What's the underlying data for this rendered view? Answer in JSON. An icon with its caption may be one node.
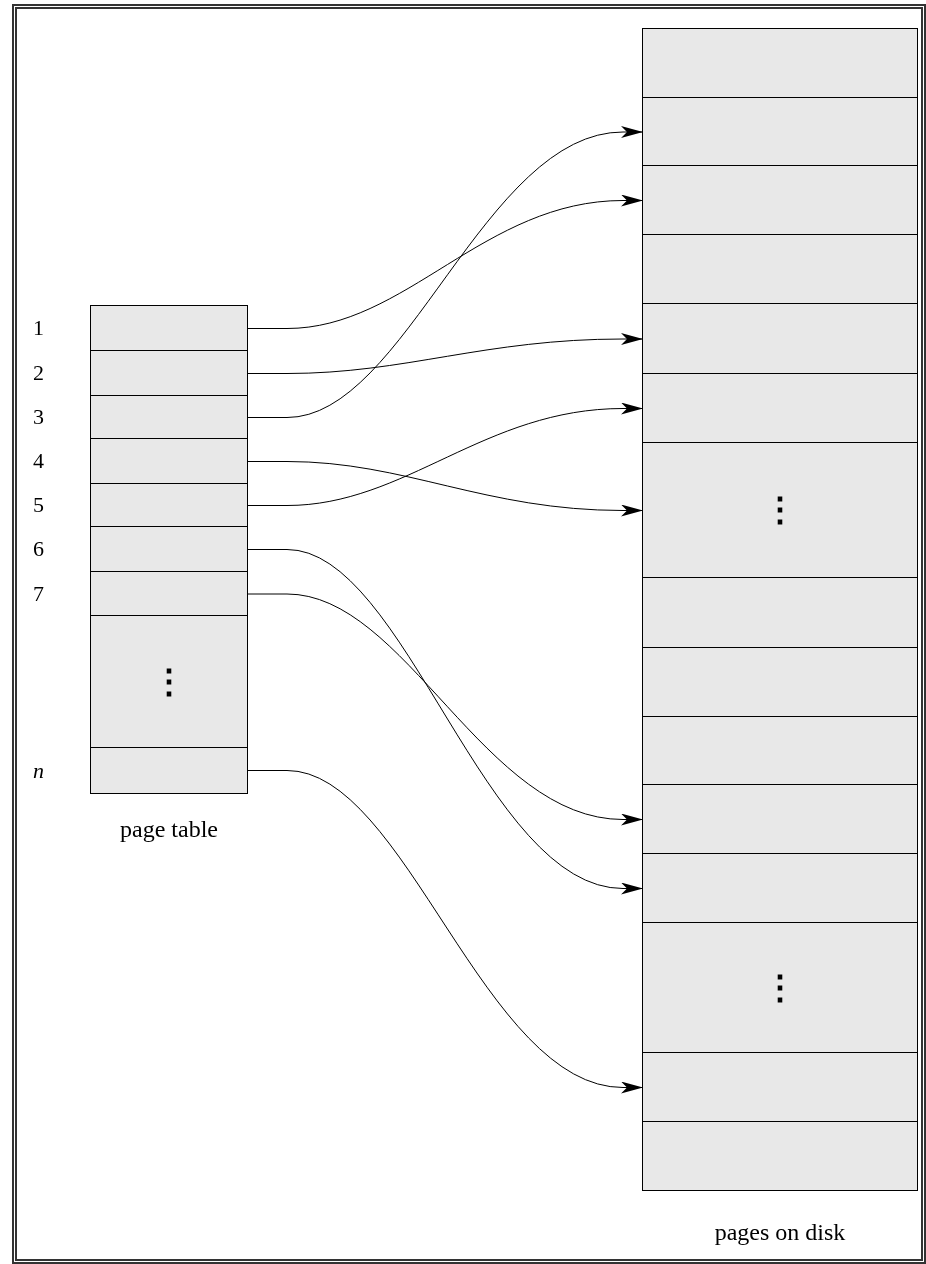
{
  "diagram": {
    "nodes": [
      {
        "text": [
          "page table"
        ]
      },
      {
        "text": [],
        "shape": "box",
        "in": 0,
        "beside": [
          "1"
        ]
      },
      {
        "text": [],
        "shape": "box",
        "in": 0,
        "beside": [
          "2"
        ]
      },
      {
        "text": [],
        "shape": "box",
        "in": 0,
        "beside": [
          "3"
        ]
      },
      {
        "text": [],
        "shape": "box",
        "in": 0,
        "beside": [
          "4"
        ]
      },
      {
        "text": [],
        "shape": "box",
        "in": 0,
        "beside": [
          "5"
        ]
      },
      {
        "text": [],
        "shape": "box",
        "in": 0,
        "beside": [
          "6"
        ]
      },
      {
        "text": [],
        "shape": "box",
        "in": 0,
        "beside": [
          "7"
        ]
      },
      {
        "text": [
          "⋮"
        ],
        "in": 0
      },
      {
        "text": [],
        "shape": "box",
        "in": 0,
        "beside": [
          "n"
        ]
      },
      {
        "text": [
          "pages on disk"
        ]
      },
      {
        "text": [],
        "shape": "box",
        "in": 10
      },
      {
        "text": [],
        "shape": "box",
        "in": 10
      },
      {
        "text": [],
        "shape": "box",
        "in": 10
      },
      {
        "text": [],
        "shape": "box",
        "in": 10
      },
      {
        "text": [],
        "shape": "box",
        "in": 10
      },
      {
        "text": [],
        "shape": "box",
        "in": 10
      },
      {
        "text": [
          "⋮"
        ],
        "in": 10
      },
      {
        "text": [],
        "shape": "box",
        "in": 10
      },
      {
        "text": [],
        "shape": "box",
        "in": 10
      },
      {
        "text": [],
        "shape": "box",
        "in": 10
      },
      {
        "text": [],
        "shape": "box",
        "in": 10
      },
      {
        "text": [],
        "shape": "box",
        "in": 10
      },
      {
        "text": [
          "⋮"
        ],
        "in": 10
      },
      {
        "text": [],
        "shape": "box",
        "in": 10
      },
      {
        "text": [],
        "shape": "box",
        "in": 10
      }
    ],
    "edges": [
      {
        "from": 1,
        "to": 13,
        "arrow": "to"
      },
      {
        "from": 2,
        "to": 15,
        "arrow": "to"
      },
      {
        "from": 3,
        "to": 12,
        "arrow": "to"
      },
      {
        "from": 4,
        "to": 17,
        "arrow": "to"
      },
      {
        "from": 5,
        "to": 16,
        "arrow": "to"
      },
      {
        "from": 6,
        "to": 22,
        "arrow": "to"
      },
      {
        "from": 7,
        "to": 21,
        "arrow": "to"
      },
      {
        "from": 9,
        "to": 24,
        "arrow": "to"
      }
    ]
  }
}
